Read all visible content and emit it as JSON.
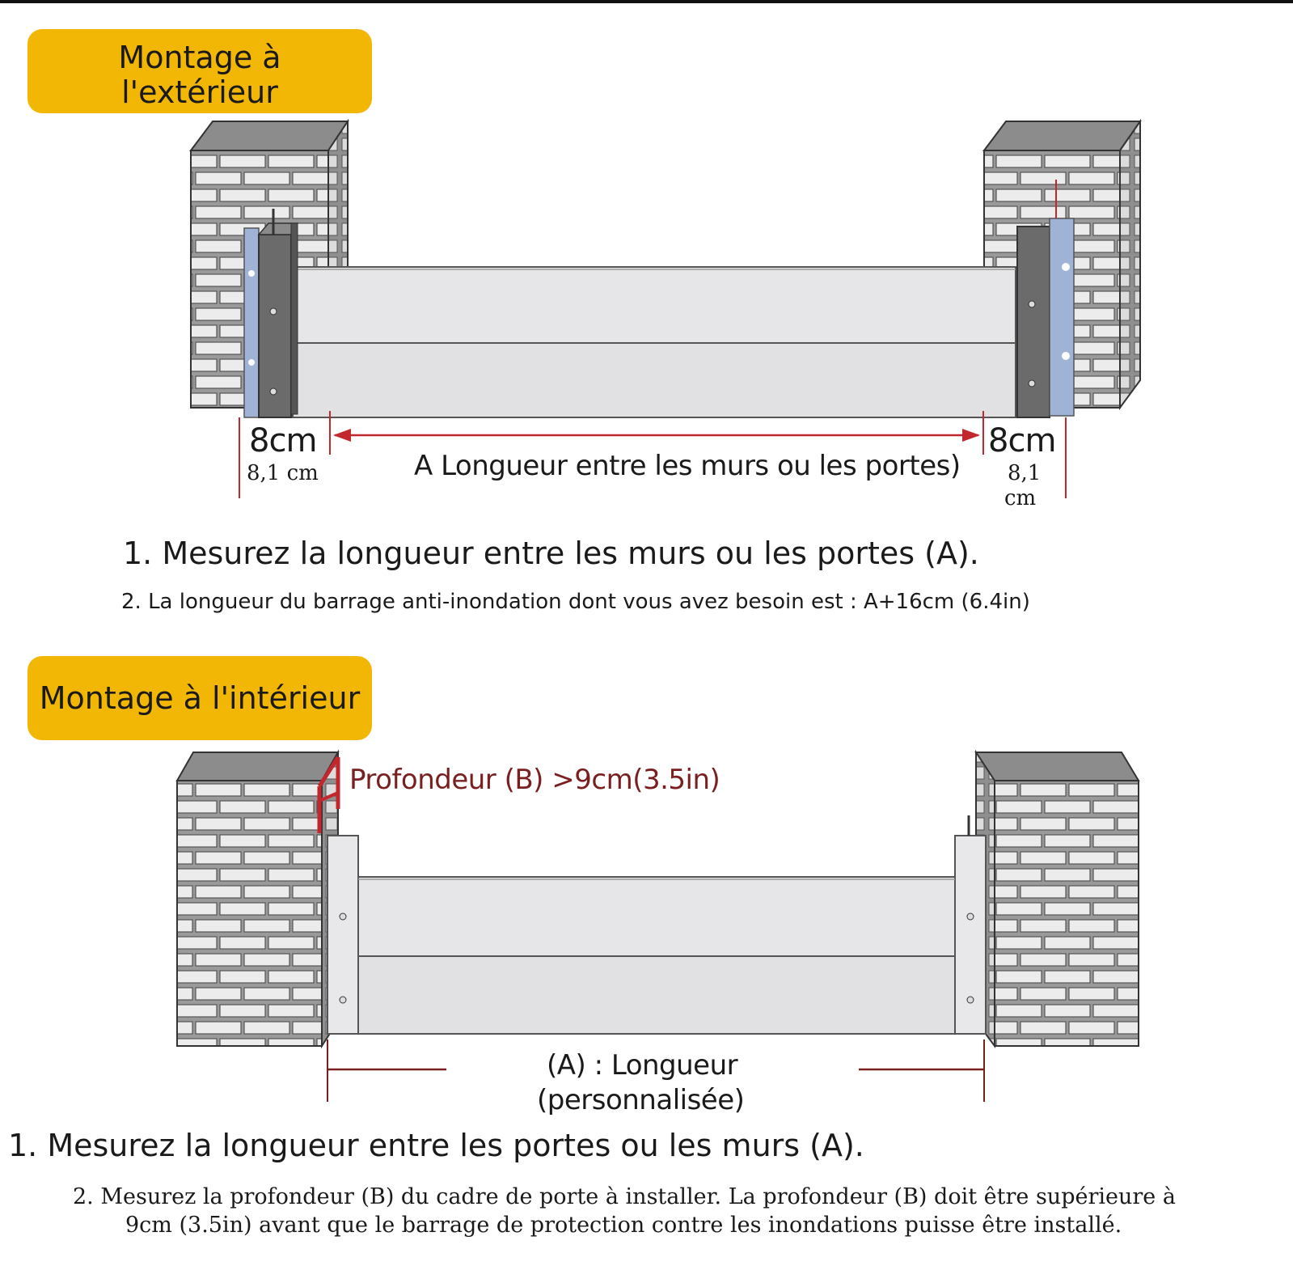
{
  "colors": {
    "badge": "#f2b705",
    "dimension_red": "#c1272d",
    "depth_label": "#7a1f1f",
    "brick_fill": "#e9e9e9",
    "brick_stroke": "#444444",
    "panel_fill": "#e4e4e6",
    "post_dark": "#6b6b6b",
    "seal_blue": "#9fb3d6"
  },
  "outside": {
    "badge_line1": "Montage à",
    "badge_line2": "l'extérieur",
    "left_dim": "8cm",
    "left_dim_sub": "8,1 cm",
    "right_dim": "8cm",
    "right_dim_sub1": "8,1",
    "right_dim_sub2": "cm",
    "length_label": "A Longueur entre les murs ou les portes)",
    "step1": "1. Mesurez la longueur entre les murs ou les portes (A).",
    "step2": "2. La longueur du barrage anti-inondation dont vous avez besoin est : A+16cm (6.4in)"
  },
  "inside": {
    "badge": "Montage à l'intérieur",
    "depth_label": "Profondeur (B) >9cm(3.5in)",
    "length_line1": "(A) : Longueur",
    "length_line2": "(personnalisée)",
    "step1": "1. Mesurez la longueur entre les portes ou les murs (A).",
    "step2_line1": "2. Mesurez la profondeur (B) du cadre de porte à installer. La profondeur (B) doit être supérieure à",
    "step2_line2": "9cm (3.5in) avant que le barrage de protection contre les inondations puisse être installé."
  }
}
